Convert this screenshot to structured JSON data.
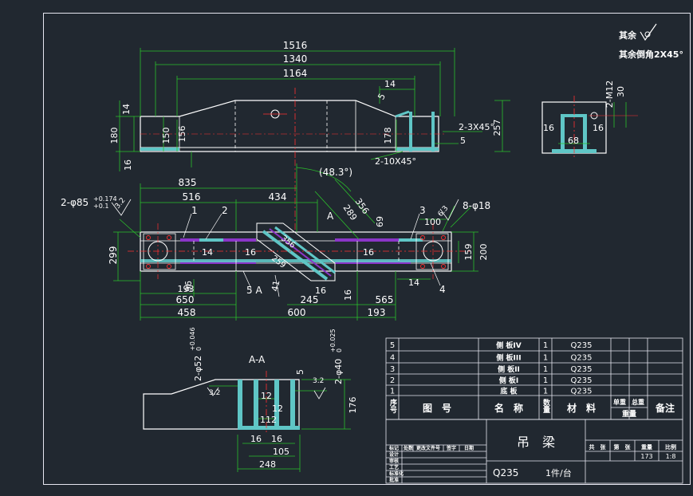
{
  "drawing": {
    "notes": {
      "roughness_label": "其余",
      "chamfer_note": "其余倒角2X45°"
    },
    "top_view": {
      "overall_dims": [
        "1516",
        "1340",
        "1164"
      ],
      "left_dims": [
        "14",
        "180",
        "150",
        "156",
        "16"
      ],
      "right_dims": [
        "14",
        "5",
        "178",
        "2-3X45°",
        "257",
        "5"
      ],
      "bottom_note": "2-10X45°"
    },
    "side_view": {
      "thread": "2-M12",
      "depth": "30",
      "dims": [
        "16",
        "16",
        "68"
      ]
    },
    "plan_view": {
      "angle_label": "(48.3°)",
      "top_dims": [
        "835",
        "516",
        "434",
        "356",
        "289"
      ],
      "hole_note_left_main": "2-φ85",
      "hole_tol_upper": "+0.174",
      "hole_tol_lower": "+0.1",
      "roughness_left": "3.2",
      "hole_note_right": "8-φ18",
      "roughness_right": "6.3",
      "part_numbers": [
        "1",
        "2",
        "3",
        "4"
      ],
      "section_marker": "A",
      "section_marker_bottom": "5 A",
      "inner_dims": [
        "69",
        "100",
        "356",
        "259",
        "14",
        "16",
        "16",
        "14"
      ],
      "left_height": "299",
      "right_heights": [
        "159",
        "200"
      ],
      "bottom_row1": [
        "96",
        "193",
        "41",
        "16",
        "16",
        "14"
      ],
      "bottom_row2": [
        "650",
        "245",
        "565"
      ],
      "bottom_row3": [
        "458",
        "600",
        "193"
      ]
    },
    "section_view": {
      "title": "A-A",
      "bore_left_main": "2-φ52",
      "bore_left_upper": "+0.046",
      "bore_left_lower": "0",
      "bore_right_main": "2-φ40",
      "bore_right_upper": "+0.025",
      "bore_right_lower": "0",
      "roughness_a": "3.2",
      "roughness_b": "3.2",
      "dim_5": "5",
      "inner_dims": [
        "12",
        "12",
        "112"
      ],
      "height": "176",
      "bottom_dims": [
        "16",
        "16",
        "105",
        "248"
      ]
    }
  },
  "bom": {
    "rows": [
      {
        "no": "5",
        "name": "侧 板IV",
        "qty": "1",
        "material": "Q235"
      },
      {
        "no": "4",
        "name": "侧 板III",
        "qty": "1",
        "material": "Q235"
      },
      {
        "no": "3",
        "name": "侧 板II",
        "qty": "1",
        "material": "Q235"
      },
      {
        "no": "2",
        "name": "侧 板I",
        "qty": "1",
        "material": "Q235"
      },
      {
        "no": "1",
        "name": "底 板",
        "qty": "1",
        "material": "Q235"
      }
    ],
    "headers": {
      "no": "序号",
      "drawing_no": "图　号",
      "name": "名　称",
      "qty": "数量",
      "material": "材　料",
      "unit_weight": "单重",
      "total_weight": "总重",
      "weight": "重量",
      "remark": "备注"
    }
  },
  "title_block": {
    "part_name": "吊　梁",
    "material": "Q235",
    "quantity": "1件/台",
    "stage_label": "共　张",
    "sheet_label": "第　张",
    "weight_label": "重量",
    "scale_label": "比例",
    "weight_value": "173",
    "scale_value": "1:8",
    "left_headers": [
      "标记",
      "处数",
      "更改文件号",
      "签字",
      "日期"
    ],
    "roles": [
      "设计",
      "审核",
      "工艺",
      "标准化",
      "批准"
    ]
  },
  "colors": {
    "background": "#212830",
    "outline": "#ffffff",
    "dimension": "#2bc02b",
    "weld_fill": "#5fc6c6",
    "hatch": "#8a35c8",
    "centerline": "#ff3030",
    "frame": "#e6e6f0"
  }
}
